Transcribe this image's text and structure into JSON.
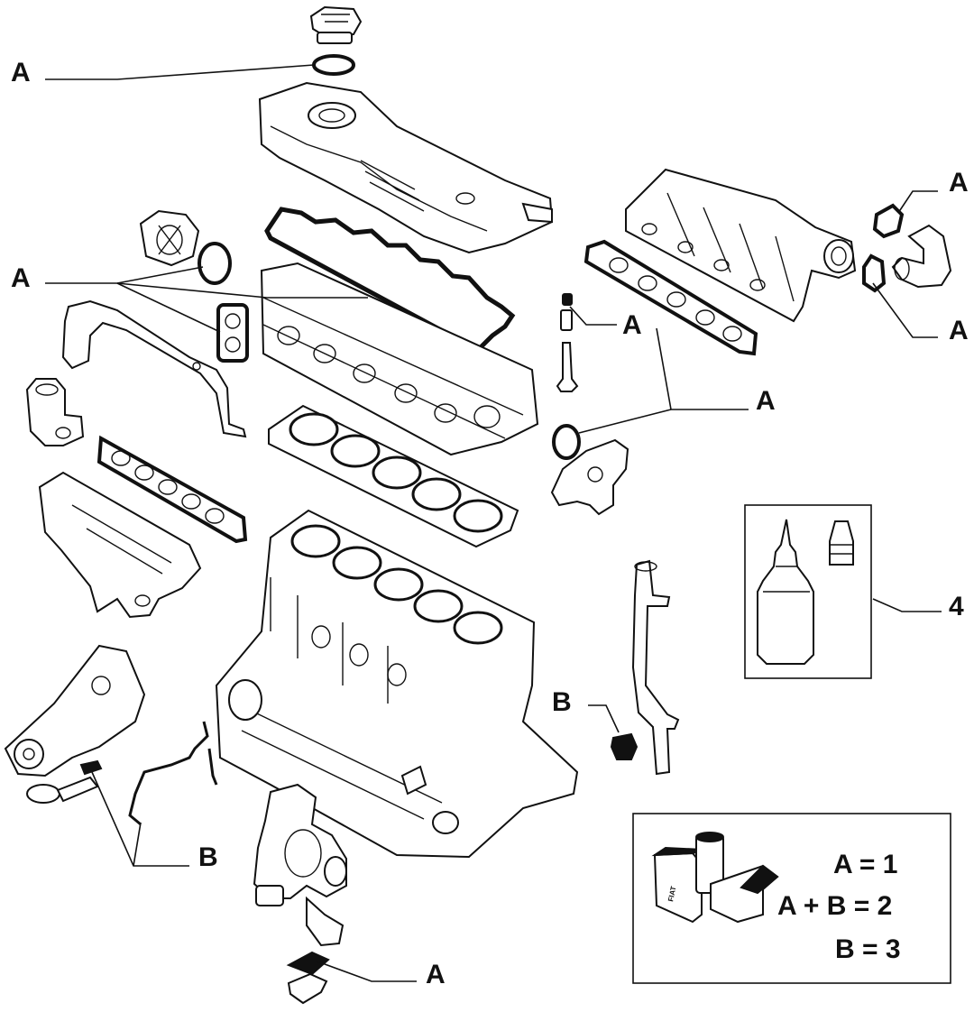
{
  "callouts": {
    "a_filler_cap_seal": "A",
    "a_head_gaskets": "A",
    "a_intake_flange_top": "A",
    "a_intake_flange_bottom": "A",
    "a_valve_seal": "A",
    "a_manifold_and_thermostat": "A",
    "a_turbo_flange": "A",
    "b_oil_pump": "B",
    "b_dipstick_grommet": "B",
    "item_4_sealant": "4"
  },
  "legend": {
    "line_a": "A = 1",
    "line_ab": "A + B = 2",
    "line_b": "B = 3",
    "brand_mark": "FIAT"
  },
  "colors": {
    "ink": "#111111",
    "paper": "#ffffff"
  }
}
